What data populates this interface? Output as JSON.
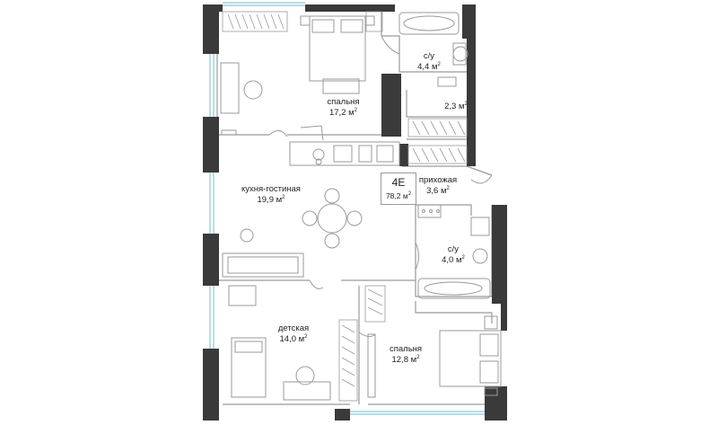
{
  "apartment": {
    "code": "4E",
    "total_area": "78,2 м",
    "area_unit_sup": "2"
  },
  "rooms": {
    "bedroom_1": {
      "name": "спальня",
      "area": "17,2 м"
    },
    "bathroom_1": {
      "name": "с/у",
      "area": "4,4 м"
    },
    "wardrobe": {
      "name": "",
      "area": "2,3 м"
    },
    "living": {
      "name": "кухня-гостиная",
      "area": "19,9 м"
    },
    "hallway": {
      "name": "прихожая",
      "area": "3,6 м"
    },
    "bathroom_2": {
      "name": "с/у",
      "area": "4,0 м"
    },
    "kids": {
      "name": "детская",
      "area": "14,0 м"
    },
    "bedroom_2": {
      "name": "спальня",
      "area": "12,8 м"
    }
  },
  "colors": {
    "wall": "#3a3a3a",
    "line": "#9a9a9a",
    "window": "#8ec8d4",
    "text": "#222222"
  }
}
